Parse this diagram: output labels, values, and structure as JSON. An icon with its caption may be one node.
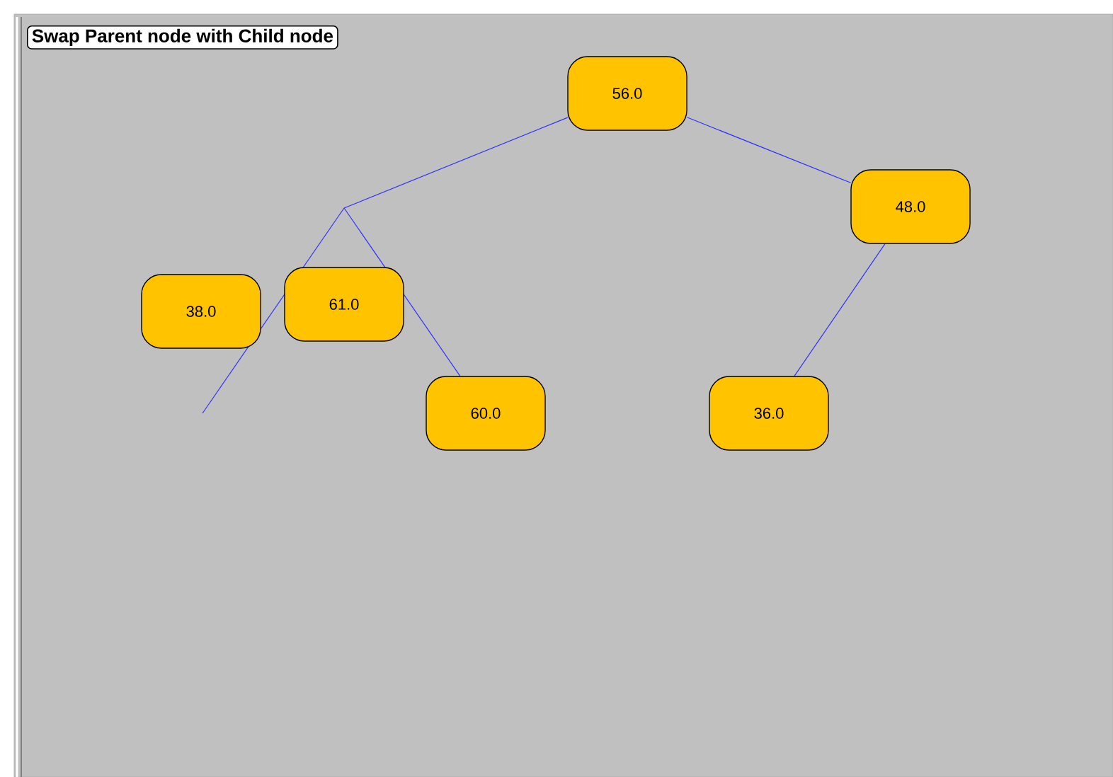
{
  "diagram": {
    "title": "Swap Parent node with Child node",
    "nodes": [
      {
        "text": [
          "56.0"
        ]
      },
      {
        "text": [
          "48.0"
        ]
      },
      {
        "text": [
          "38.0"
        ]
      },
      {
        "text": [
          "61.0"
        ]
      },
      {
        "text": [
          "60.0"
        ]
      },
      {
        "text": [
          "36.0"
        ]
      }
    ],
    "edges": [
      {
        "from": 0,
        "to": null,
        "arrow": "none"
      },
      {
        "from": 0,
        "to": 1,
        "arrow": "none"
      },
      {
        "from": null,
        "to": 4,
        "arrow": "none"
      },
      {
        "from": 1,
        "to": 5,
        "arrow": "none"
      }
    ]
  }
}
